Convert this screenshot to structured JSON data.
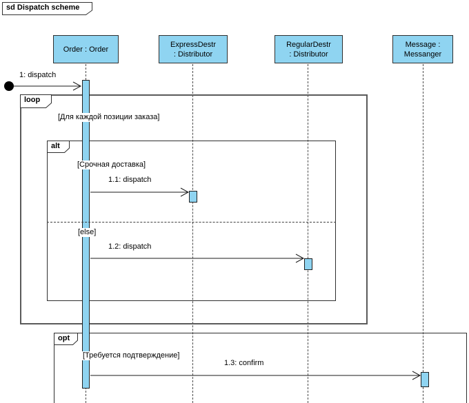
{
  "frame": {
    "keyword": "sd",
    "title": "Dispatch scheme"
  },
  "lifelines": [
    {
      "line1": "Order : Order",
      "line2": ""
    },
    {
      "line1": "ExpressDestr",
      "line2": ": Distributor"
    },
    {
      "line1": "RegularDestr",
      "line2": ": Distributor"
    },
    {
      "line1": "Message :",
      "line2": "Messanger"
    }
  ],
  "fragments": {
    "loop": {
      "label": "loop",
      "guard": "[Для каждой позиции заказа]"
    },
    "alt": {
      "label": "alt",
      "guard_top": "[Срочная доставка]",
      "guard_bottom": "[else]"
    },
    "opt": {
      "label": "opt",
      "guard": "[Требуется подтверждение]"
    }
  },
  "messages": {
    "m1": "1: dispatch",
    "m11": "1.1: dispatch",
    "m12": "1.2: dispatch",
    "m13": "1.3: confirm"
  },
  "colors": {
    "node_fill": "#8FD4F1",
    "node_border": "#2E2E2E",
    "frame_border": "#3C3C3C"
  }
}
